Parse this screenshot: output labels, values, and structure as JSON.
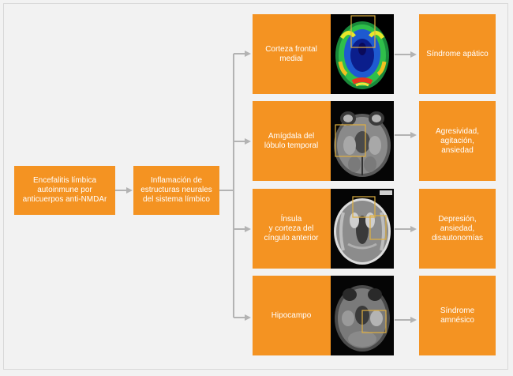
{
  "colors": {
    "box": "#f49322",
    "connector": "#b3b3b3",
    "highlight": "#e0b040"
  },
  "source": {
    "label": "Encefalitis límbica\nautoinmune por\nanticuerpos anti-NMDAr"
  },
  "mechanism": {
    "label": "Inflamación de\nestructuras neurales\ndel sistema límbico"
  },
  "regions": [
    {
      "label": "Corteza frontal\nmedial",
      "image_icon": "pet-scan-axial",
      "outcome": "Síndrome apático"
    },
    {
      "label": "Amígdala del\nlóbulo temporal",
      "image_icon": "mri-axial-temporal",
      "outcome": "Agresividad,\nagitación,\nansiedad"
    },
    {
      "label": "Ínsula\ny corteza del\ncíngulo anterior",
      "image_icon": "mri-axial-insula",
      "outcome": "Depresión,\nansiedad,\ndisautonomías"
    },
    {
      "label": "Hipocampo",
      "image_icon": "mri-axial-hippocampus",
      "outcome": "Síndrome\namnésico"
    }
  ]
}
